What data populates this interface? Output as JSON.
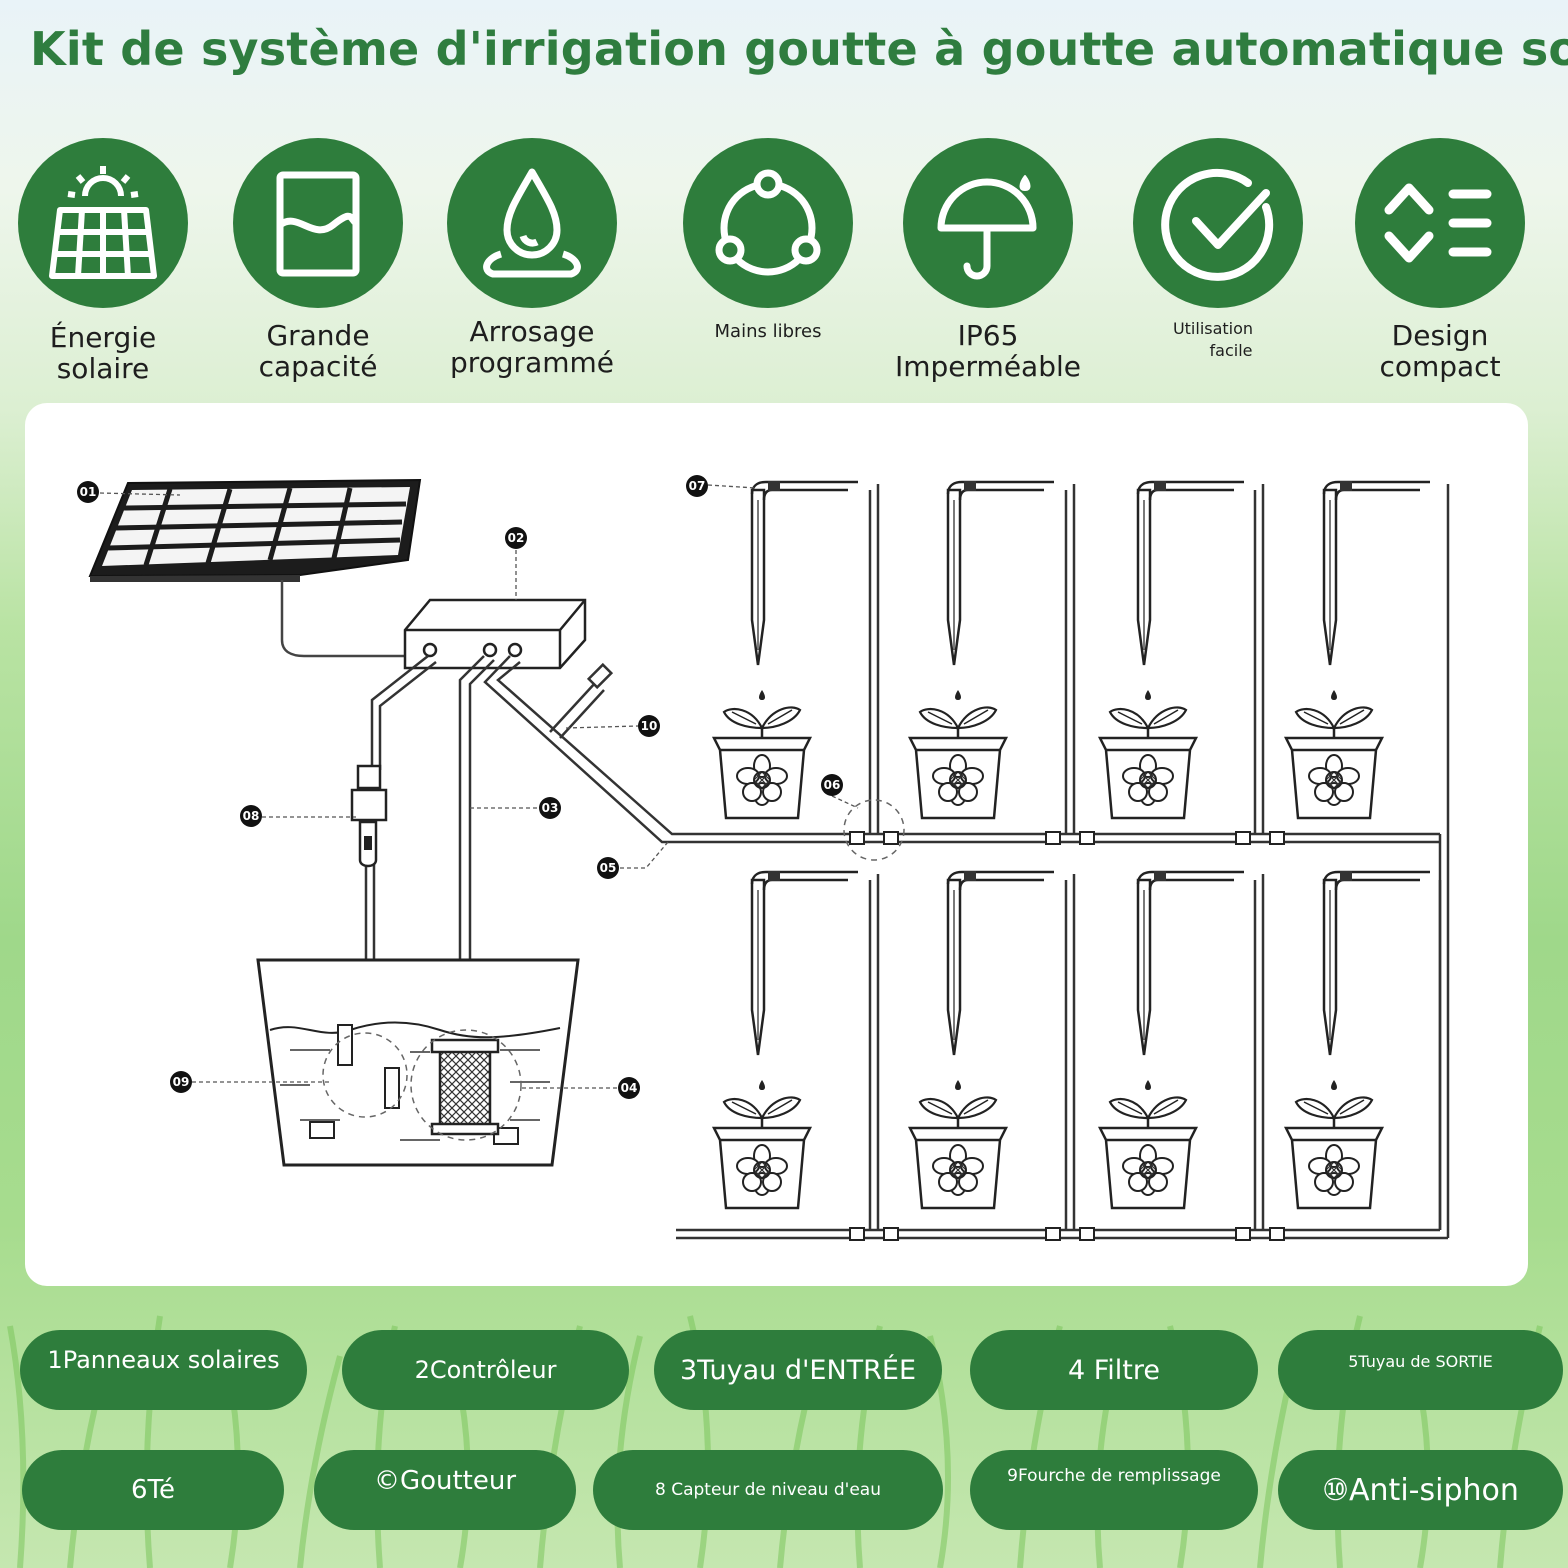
{
  "title": "Kit de système d'irrigation goutte à goutte automatique solaire",
  "features": [
    {
      "icon": "solar-panel-icon",
      "lines": [
        "Énergie",
        "solaire"
      ]
    },
    {
      "icon": "tank-capacity-icon",
      "lines": [
        "Grande",
        "capacité"
      ]
    },
    {
      "icon": "water-drop-icon",
      "lines": [
        "Arrosage",
        "programmé"
      ]
    },
    {
      "icon": "hands-free-cycle-icon",
      "lines": [
        "Mains libres"
      ]
    },
    {
      "icon": "umbrella-icon",
      "lines": [
        "IP65",
        "Imperméable"
      ]
    },
    {
      "icon": "checkmark-icon",
      "lines": [
        "Utilisation",
        "facile"
      ]
    },
    {
      "icon": "compact-menu-icon",
      "lines": [
        "Design",
        "compact"
      ]
    }
  ],
  "callouts": [
    "01",
    "02",
    "03",
    "04",
    "05",
    "06",
    "07",
    "08",
    "09",
    "10"
  ],
  "parts": [
    "1Panneaux solaires",
    "2Contrôleur",
    "3Tuyau d'ENTRÉE",
    "4 Filtre",
    "5Tuyau de SORTIE",
    "6Té",
    "©Goutteur",
    "8 Capteur de niveau d'eau",
    "9Fourche de remplissage",
    "⑩Anti-siphon"
  ],
  "colors": {
    "brand_green": "#2e7d3c",
    "title_green": "#2f7d3f"
  }
}
